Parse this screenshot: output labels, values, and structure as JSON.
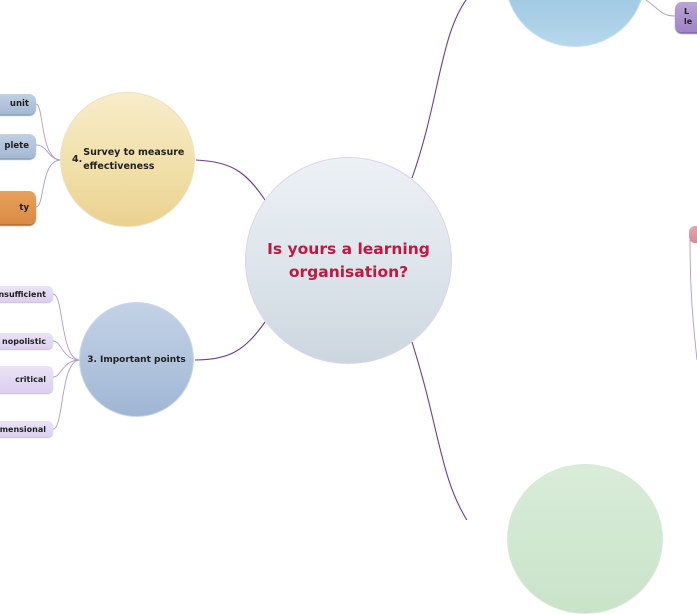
{
  "central": {
    "title": "Is yours a learning organisation?"
  },
  "branches": {
    "survey": {
      "number": "4.",
      "label": "Survey to measure effectiveness"
    },
    "important": {
      "label": "3. Important points"
    }
  },
  "survey_items": [
    {
      "label": "unit"
    },
    {
      "label": "plete"
    },
    {
      "label": "ty"
    }
  ],
  "important_items": [
    {
      "label": "nsufficient"
    },
    {
      "label": "nopolistic"
    },
    {
      "label": "critical"
    },
    {
      "label": "mensional"
    }
  ],
  "top_right_item": {
    "line1": "L",
    "line2": "le"
  },
  "colors": {
    "title": "#c4163e",
    "link": "#6c3e8c",
    "survey_fill": "#f1dfa7",
    "important_fill": "#aec2dc"
  }
}
